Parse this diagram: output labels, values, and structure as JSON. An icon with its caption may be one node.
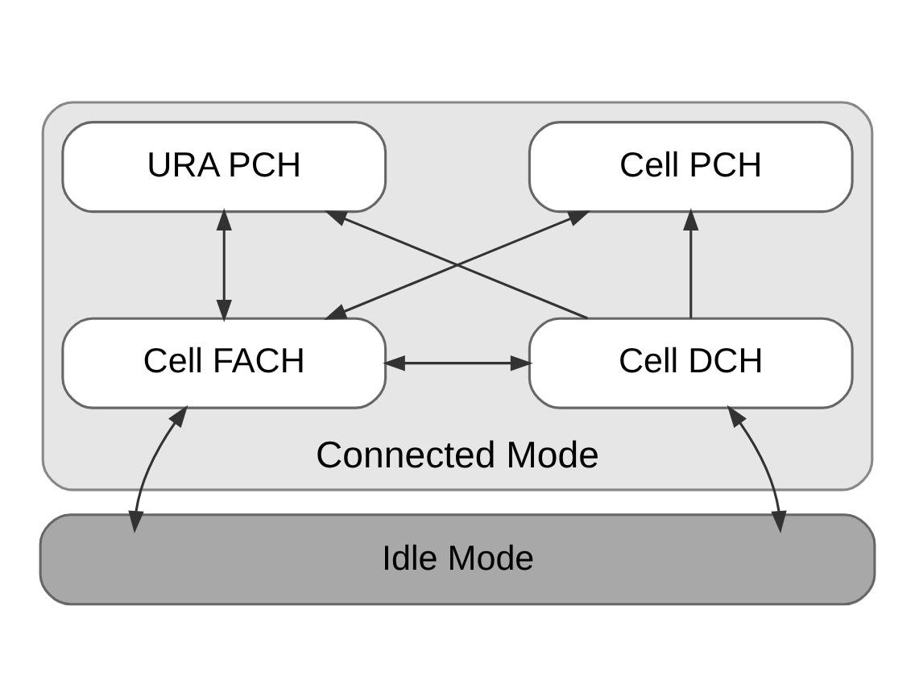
{
  "diagram": {
    "nodes": [
      {
        "text": [
          "Connected Mode"
        ]
      },
      {
        "text": [
          "Cell PCH"
        ],
        "in": 0
      },
      {
        "text": [
          "URA PCH"
        ],
        "in": 0
      },
      {
        "text": [
          "Cell FACH"
        ],
        "in": 0
      },
      {
        "text": [
          "Cell DCH"
        ],
        "in": 0
      },
      {
        "text": [
          "Idle Mode"
        ]
      }
    ],
    "edges": [
      {
        "from": 1,
        "to": 3,
        "arrow": "both"
      },
      {
        "from": 3,
        "to": 2,
        "arrow": "both"
      },
      {
        "from": 4,
        "to": 1,
        "arrow": "to"
      },
      {
        "from": 4,
        "to": 2,
        "arrow": "to"
      },
      {
        "from": 3,
        "to": 4,
        "arrow": "both"
      },
      {
        "from": 3,
        "to": 5,
        "arrow": "both"
      },
      {
        "from": 4,
        "to": 5,
        "arrow": "both"
      }
    ]
  }
}
